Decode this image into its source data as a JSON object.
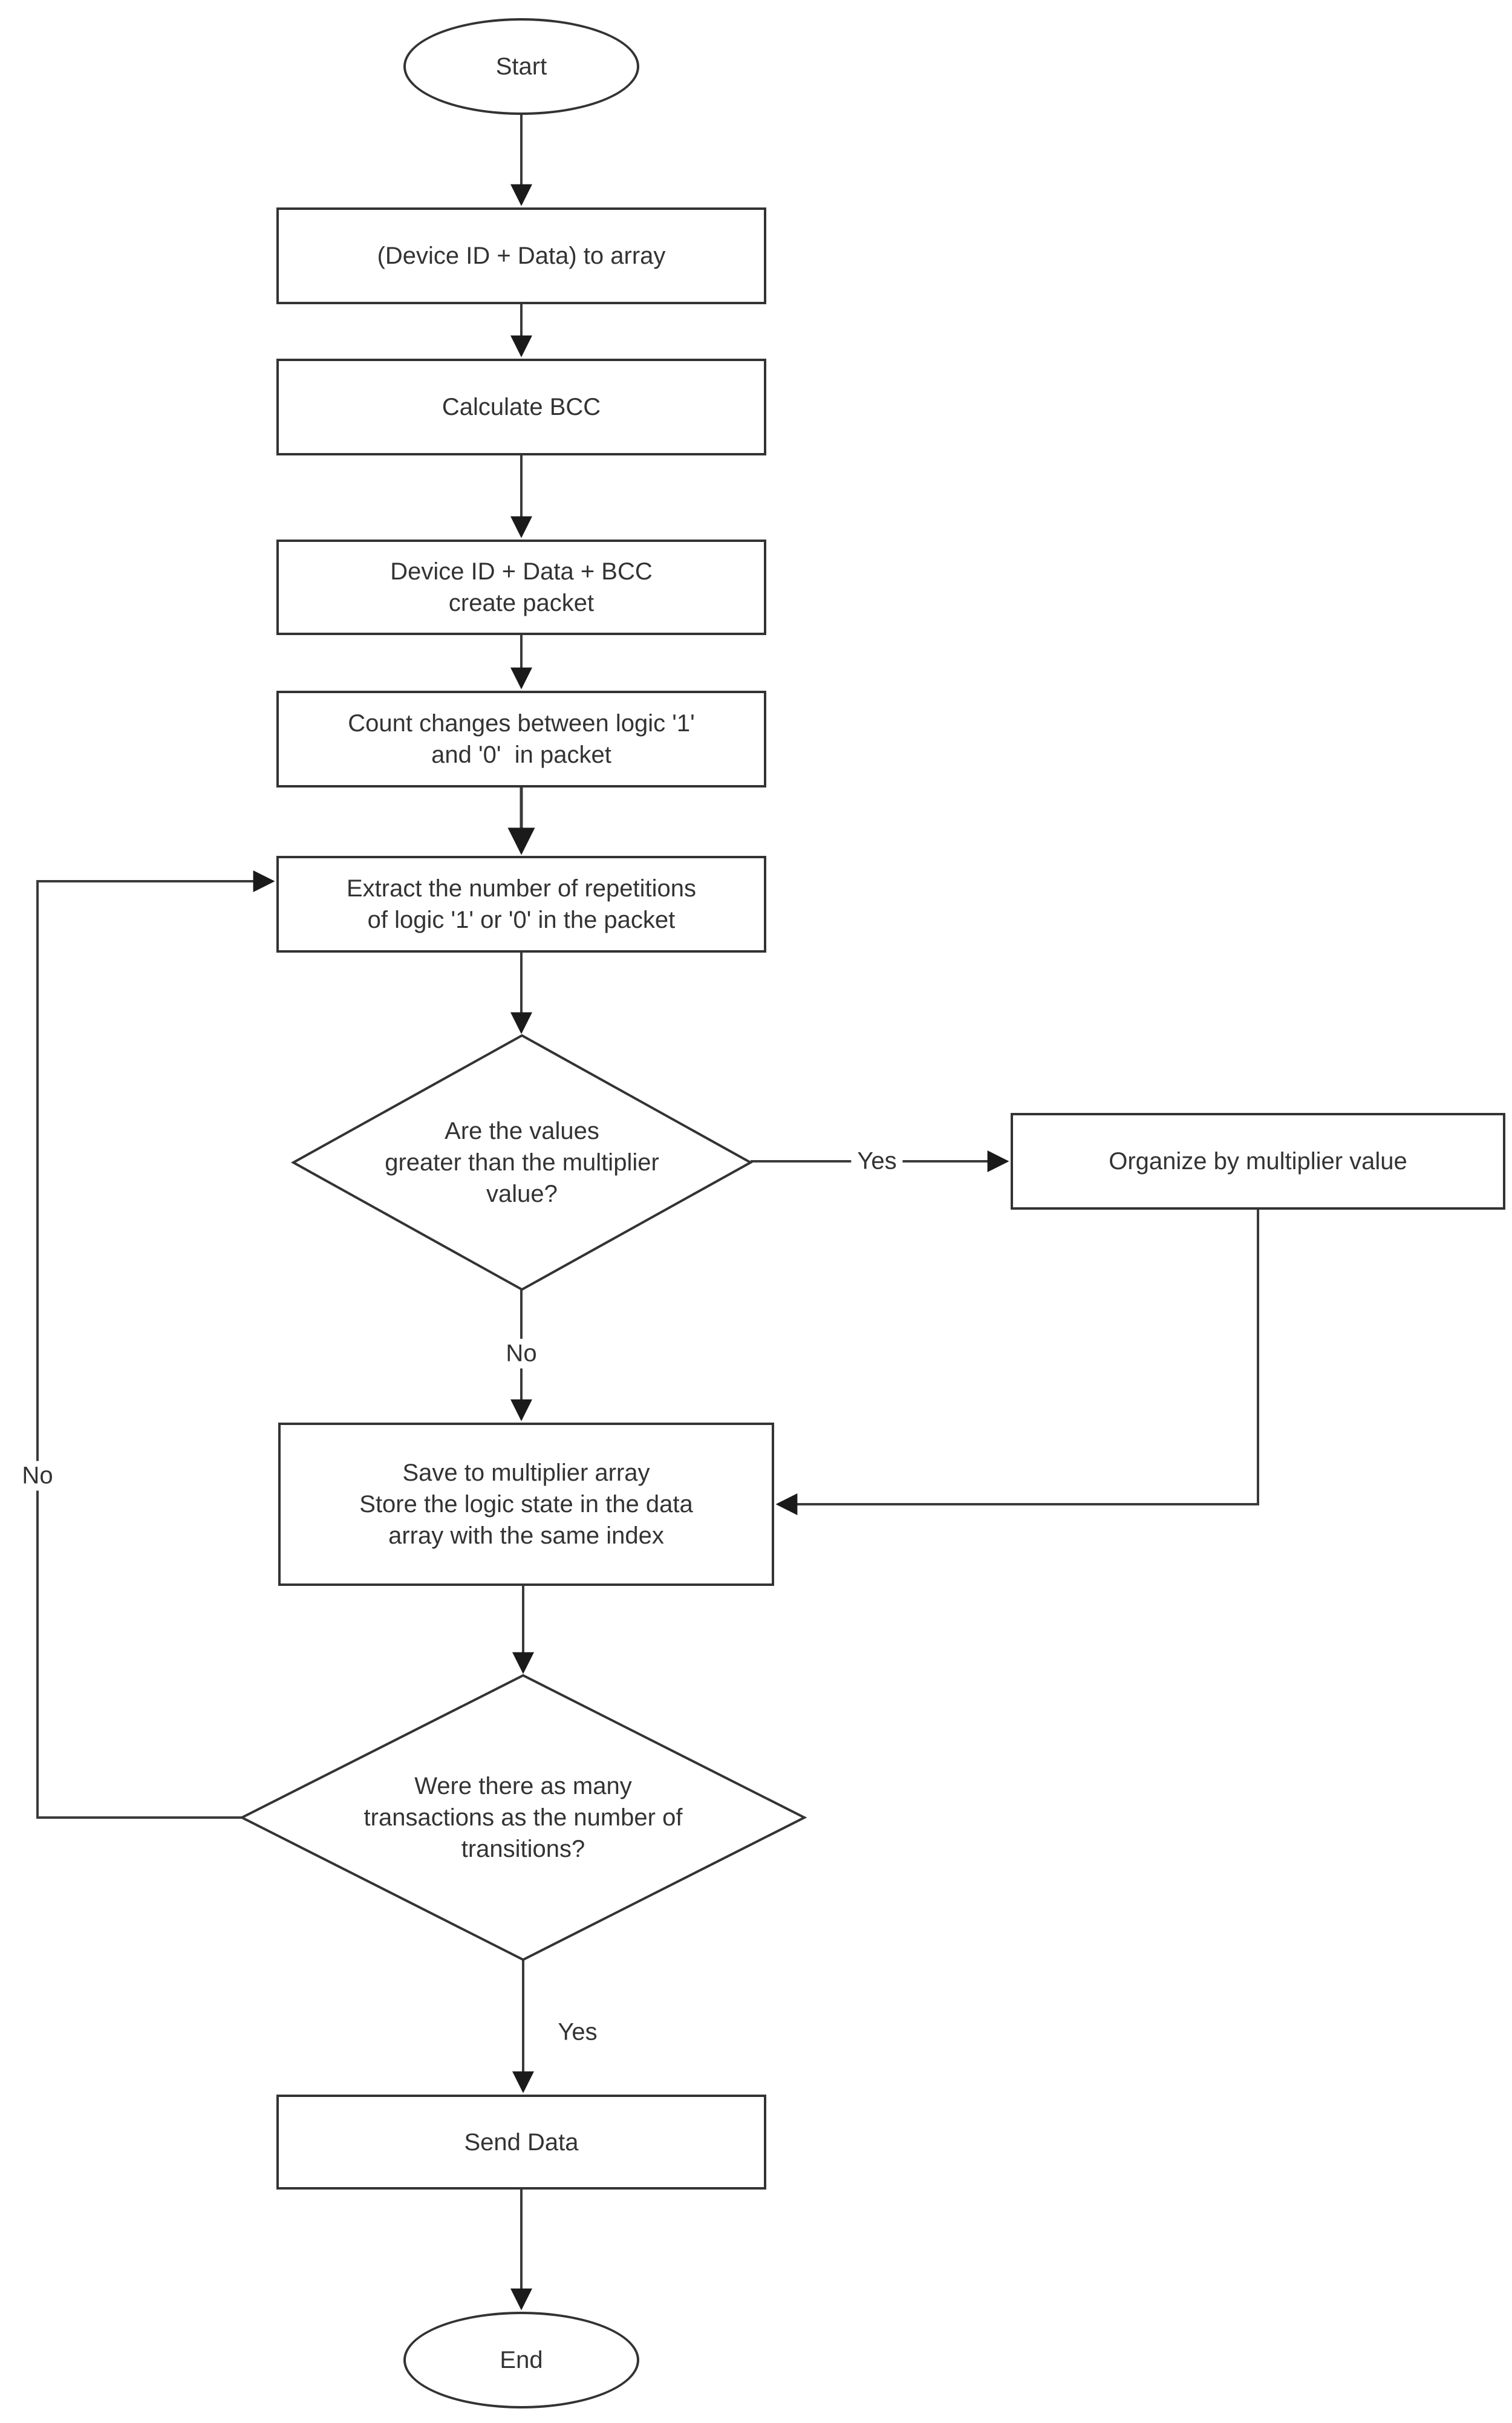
{
  "flowchart": {
    "nodes": {
      "start": "Start",
      "device_to_array": "(Device ID + Data) to array",
      "calculate_bcc": "Calculate BCC",
      "create_packet": "Device ID + Data + BCC\ncreate packet",
      "count_changes": "Count changes between logic '1'\nand '0'  in packet",
      "extract_repetitions": "Extract the number of repetitions\nof logic '1' or '0' in the packet",
      "multiplier_decision": "Are the values\ngreater than the multiplier\nvalue?",
      "organize_by_multiplier": "Organize by multiplier value",
      "save_multiplier": "Save to multiplier array\nStore the logic state in the data\narray with the same index",
      "transactions_decision": "Were there as many\ntransactions as the number of\ntransitions?",
      "send_data": "Send Data",
      "end": "End"
    },
    "edge_labels": {
      "multiplier_yes": "Yes",
      "multiplier_no": "No",
      "transactions_no": "No",
      "transactions_yes": "Yes"
    },
    "colors": {
      "stroke": "#333333",
      "arrowhead": "#1a1a1a",
      "text": "#333333",
      "node_fill": "#ffffff",
      "background": "#ffffff"
    }
  }
}
